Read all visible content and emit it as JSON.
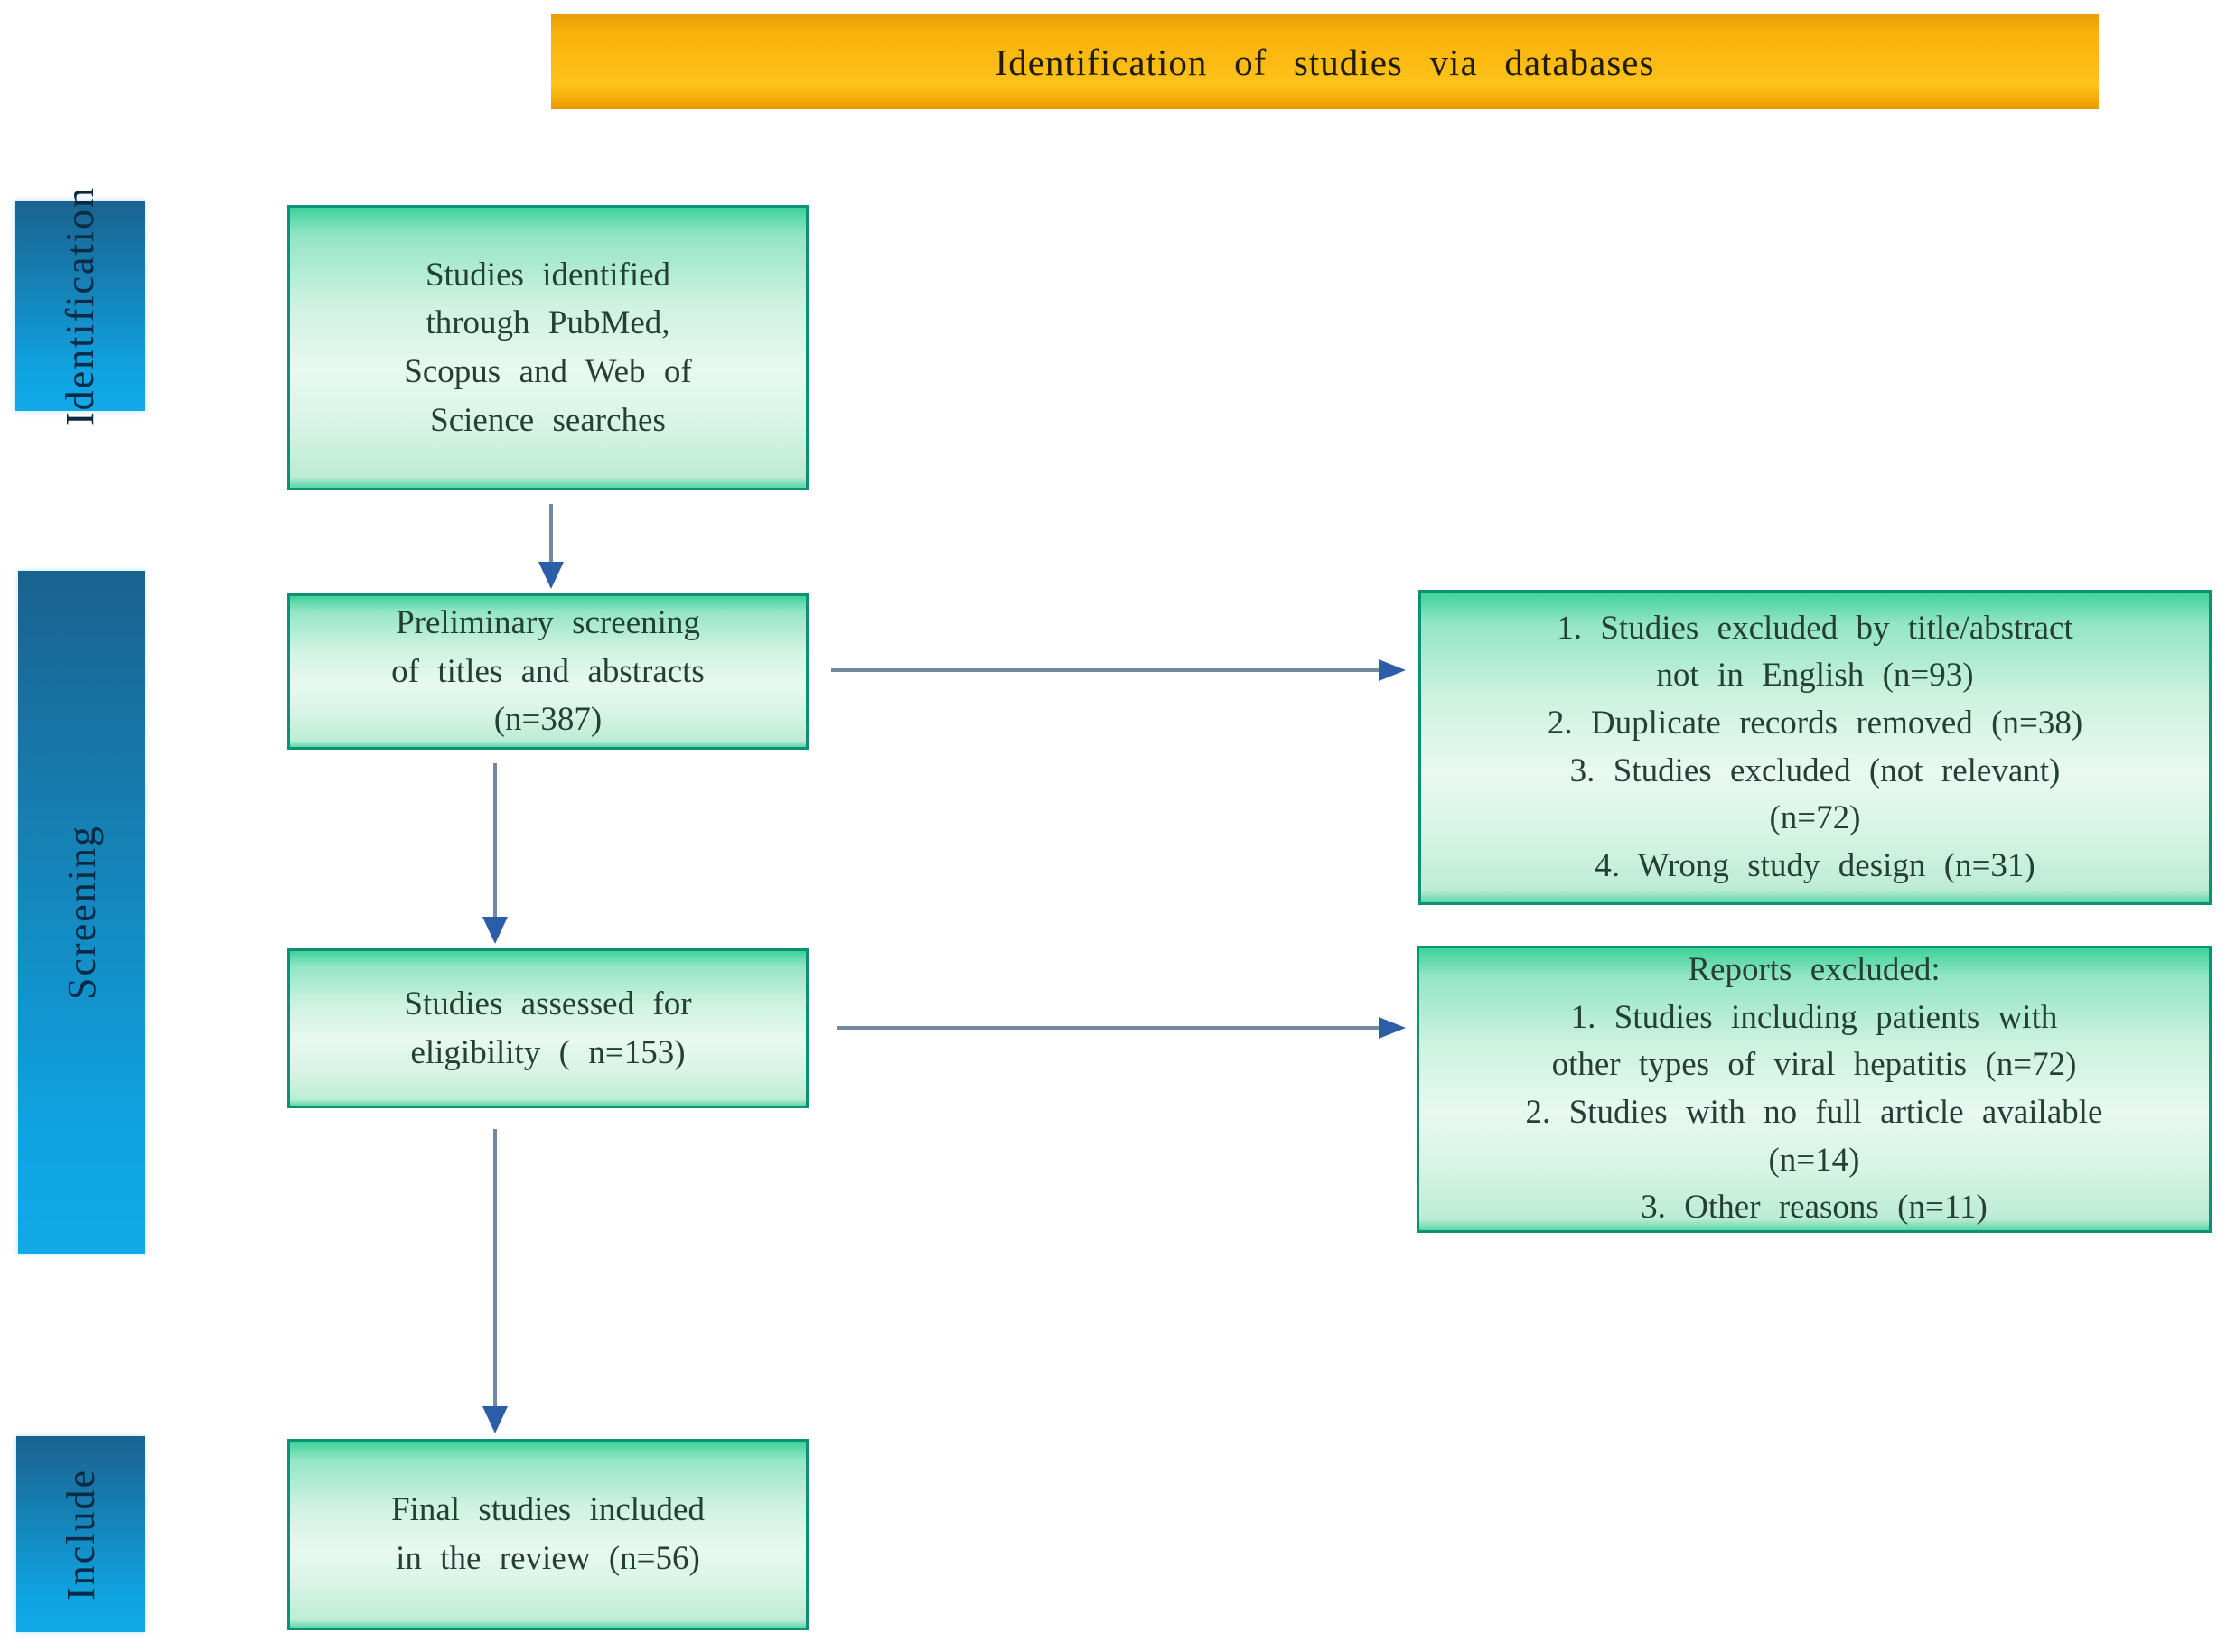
{
  "banner": {
    "title": "Identification  of  studies  via  databases"
  },
  "sidebar": {
    "identification": "Identification",
    "screening": "Screening",
    "include": "Include"
  },
  "flow": {
    "identified": "Studies identified\nthrough PubMed,\nScopus and Web of\nScience searches",
    "screening": "Preliminary screening\nof titles and abstracts\n(n=387)",
    "assessed": "Studies assessed for\neligibility ( n=153)",
    "final": "Final studies included\nin the review (n=56)"
  },
  "exclusions1": {
    "items": [
      "1. Studies excluded by title/abstract\nnot in English (n=93)",
      "2. Duplicate records removed (n=38)",
      "3. Studies excluded (not relevant)\n(n=72)",
      "4. Wrong study design (n=31)"
    ]
  },
  "exclusions2": {
    "title": "Reports excluded:",
    "items": [
      "1. Studies including patients with\nother types of viral hepatitis (n=72)",
      "2. Studies with no full article available\n(n=14)",
      "3. Other reasons (n=11)"
    ]
  },
  "colors": {
    "banner_gold": "#FBB70E",
    "green_box_border": "#0C9273",
    "green_box_fill_top": "#3ED29A",
    "green_box_fill_light": "#E8F9F0",
    "sidebar_blue_top": "#1A628F",
    "sidebar_blue_bottom": "#12A9E8",
    "arrow_line": "#74889F",
    "arrow_head": "#2C5DA9",
    "box_text": "#243F36"
  }
}
